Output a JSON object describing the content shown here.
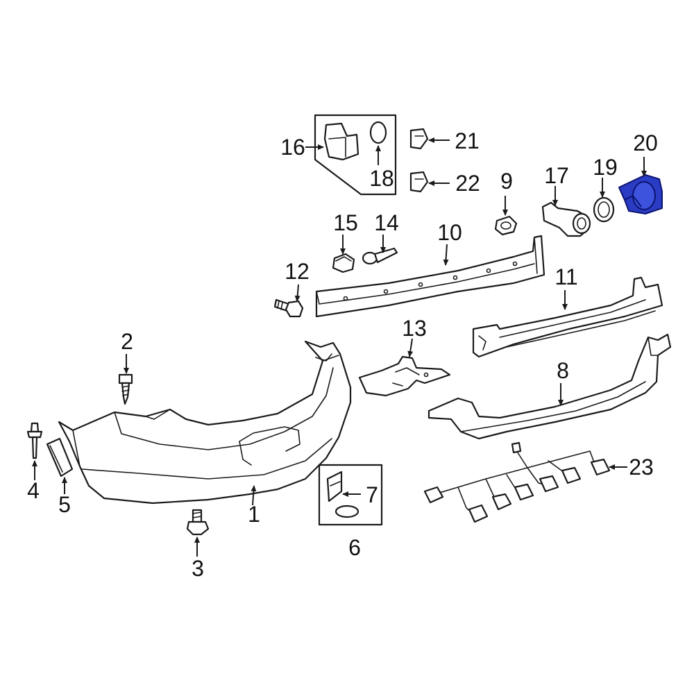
{
  "diagram": {
    "highlight_color": "#2a3cc4",
    "callouts": [
      {
        "id": "1",
        "label": "1"
      },
      {
        "id": "2",
        "label": "2"
      },
      {
        "id": "3",
        "label": "3"
      },
      {
        "id": "4",
        "label": "4"
      },
      {
        "id": "5",
        "label": "5"
      },
      {
        "id": "6",
        "label": "6"
      },
      {
        "id": "7",
        "label": "7"
      },
      {
        "id": "8",
        "label": "8"
      },
      {
        "id": "9",
        "label": "9"
      },
      {
        "id": "10",
        "label": "10"
      },
      {
        "id": "11",
        "label": "11"
      },
      {
        "id": "12",
        "label": "12"
      },
      {
        "id": "13",
        "label": "13"
      },
      {
        "id": "14",
        "label": "14"
      },
      {
        "id": "15",
        "label": "15"
      },
      {
        "id": "16",
        "label": "16"
      },
      {
        "id": "17",
        "label": "17"
      },
      {
        "id": "18",
        "label": "18"
      },
      {
        "id": "19",
        "label": "19"
      },
      {
        "id": "20",
        "label": "20"
      },
      {
        "id": "21",
        "label": "21"
      },
      {
        "id": "22",
        "label": "22"
      },
      {
        "id": "23",
        "label": "23"
      }
    ],
    "highlighted_part": "20"
  }
}
